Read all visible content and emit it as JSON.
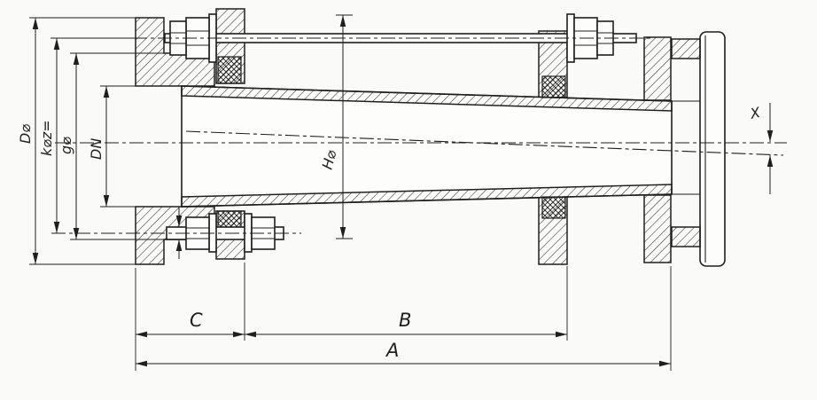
{
  "colors": {
    "ink": "#1f1f1f",
    "paper": "#fafaf8"
  },
  "labels": {
    "outer_diameter": "D⌀",
    "bolt_circle": "k⌀z=",
    "sleeve_diameter": "g⌀",
    "nominal_diameter": "DN",
    "body_diameter": "H⌀",
    "offset": "X",
    "length_c": "C",
    "length_b": "B",
    "length_a": "A"
  }
}
